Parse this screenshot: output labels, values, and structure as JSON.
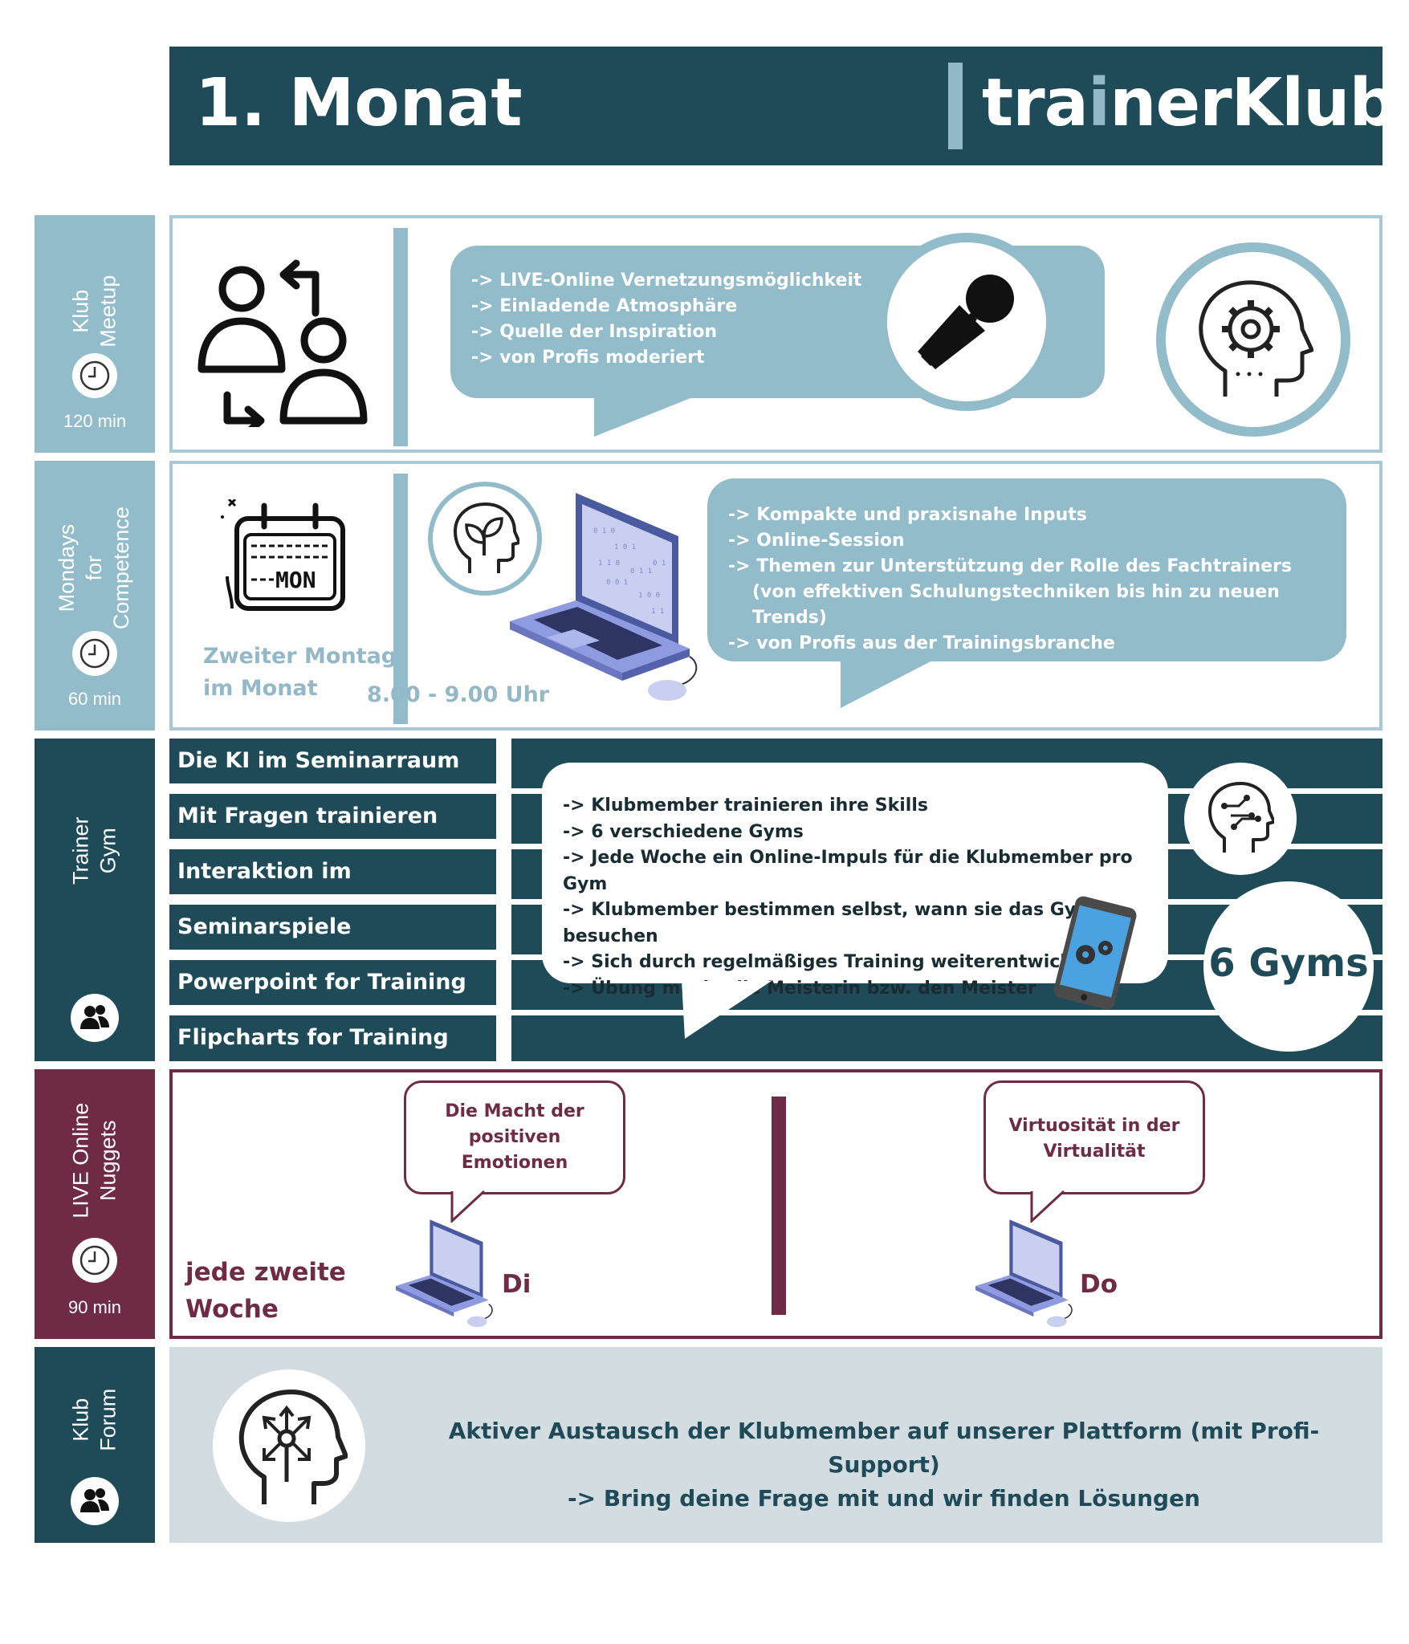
{
  "header": {
    "title": "1. Monat",
    "logo_part1": "tra",
    "logo_part2": "i",
    "logo_part3": "nerKlub"
  },
  "sections": {
    "meetup": {
      "label_line1": "Klub",
      "label_line2": "Meetup",
      "duration": "120 min",
      "bullets": [
        "-> LIVE-Online Vernetzungsmöglichkeit",
        "-> Einladende Atmosphäre",
        "-> Quelle der Inspiration",
        "-> von Profis moderiert"
      ]
    },
    "mondays": {
      "label_line1": "Mondays",
      "label_line2": "for",
      "label_line3": "Competence",
      "duration": "60 min",
      "calendar_text": "MON",
      "schedule_line1": "Zweiter Montag",
      "schedule_line2": "im Monat",
      "time": "8.00 - 9.00 Uhr",
      "bullets": [
        "-> Kompakte und praxisnahe Inputs",
        "-> Online-Session",
        "-> Themen zur Unterstützung der Rolle des Fachtrainers",
        "(von effektiven Schulungstechniken bis hin zu neuen Trends)",
        "-> von Profis aus der Trainingsbranche"
      ]
    },
    "gym": {
      "label_line1": "Trainer",
      "label_line2": "Gym",
      "items": [
        "Die KI im Seminarraum",
        "Mit Fragen trainieren",
        "Interaktion im Fachtraining",
        "Seminarspiele",
        "Powerpoint for Training",
        "Flipcharts for Training"
      ],
      "bullets": [
        "-> Klubmember trainieren ihre Skills",
        "-> 6 verschiedene Gyms",
        "-> Jede Woche ein Online-Impuls für die Klubmember pro Gym",
        "-> Klubmember bestimmen selbst, wann sie das Gym besuchen",
        "-> Sich durch regelmäßiges Training weiterentwickeln",
        "-> Übung macht die Meisterin bzw. den Meister"
      ],
      "badge": "6 Gyms"
    },
    "nuggets": {
      "label_line1": "LIVE Online",
      "label_line2": "Nuggets",
      "duration": "90 min",
      "frequency_line1": "jede zweite",
      "frequency_line2": "Woche",
      "left_bubble": [
        "Die Macht der",
        "positiven",
        "Emotionen"
      ],
      "left_day": "Di",
      "right_bubble": [
        "Virtuosität in der",
        "Virtualität"
      ],
      "right_day": "Do"
    },
    "forum": {
      "label_line1": "Klub",
      "label_line2": "Forum",
      "line1": "Aktiver Austausch der Klubmember auf unserer Plattform (mit Profi-Support)",
      "line2": "-> Bring deine Frage mit und wir finden Lösungen"
    }
  },
  "colors": {
    "dark_teal": "#1f4a58",
    "light_blue": "#93bccb",
    "wine": "#6f2a46",
    "forum_gray": "#d3dde1"
  }
}
